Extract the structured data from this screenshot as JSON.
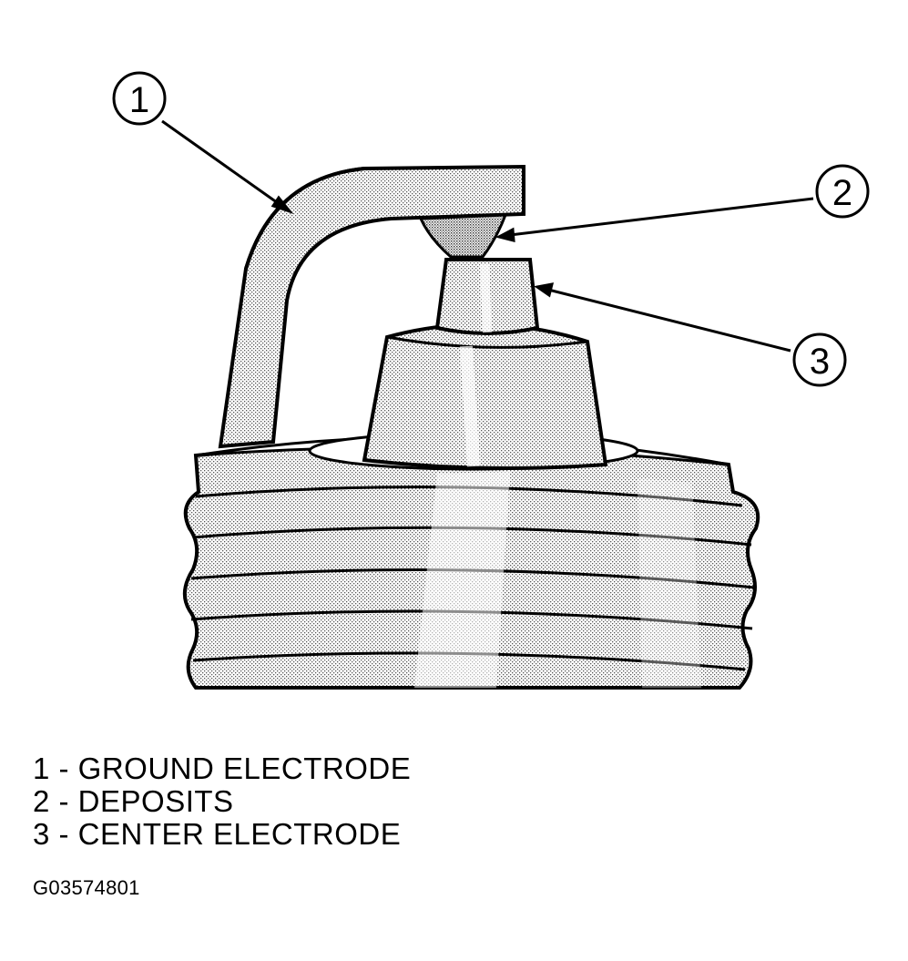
{
  "callouts": [
    {
      "number": "1",
      "target": "ground-electrode"
    },
    {
      "number": "2",
      "target": "deposits"
    },
    {
      "number": "3",
      "target": "center-electrode"
    }
  ],
  "legend": [
    {
      "text": "1 - GROUND ELECTRODE"
    },
    {
      "text": "2 - DEPOSITS"
    },
    {
      "text": "3 - CENTER ELECTRODE"
    }
  ],
  "figure_id": "G03574801",
  "colors": {
    "line": "#000000",
    "background": "#ffffff",
    "shade": "#9a9a9a"
  }
}
